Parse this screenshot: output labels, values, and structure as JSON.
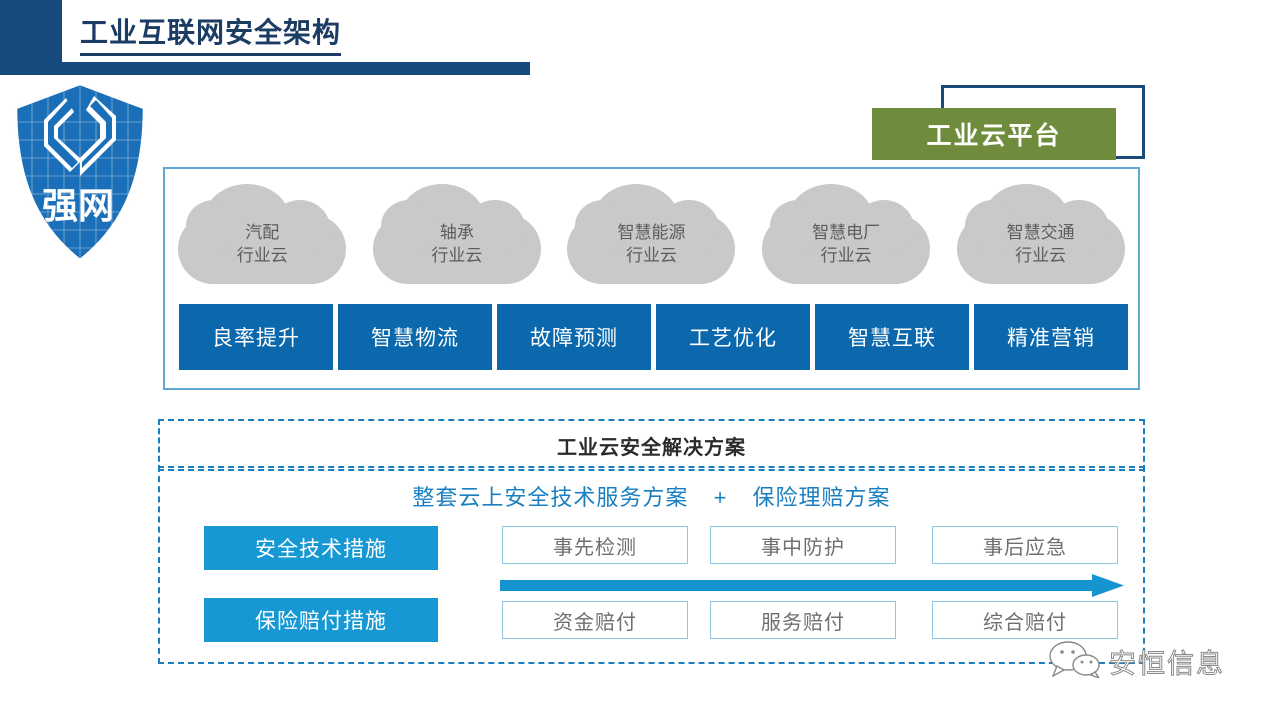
{
  "header": {
    "title": "工业互联网安全架构",
    "logo_name": "强网",
    "accent_navy": "#16497c"
  },
  "platform": {
    "badge_label": "工业云平台",
    "badge_color": "#6f8c3c",
    "outline_color": "#1b4b78"
  },
  "cloud_panel": {
    "border_color": "#5fa8d3",
    "clouds": [
      {
        "line1": "汽配",
        "line2": "行业云"
      },
      {
        "line1": "轴承",
        "line2": "行业云"
      },
      {
        "line1": "智慧能源",
        "line2": "行业云"
      },
      {
        "line1": "智慧电厂",
        "line2": "行业云"
      },
      {
        "line1": "智慧交通",
        "line2": "行业云"
      }
    ],
    "capabilities": [
      "良率提升",
      "智慧物流",
      "故障预测",
      "工艺优化",
      "智慧互联",
      "精准营销"
    ],
    "capability_color": "#0b68ad"
  },
  "solution": {
    "title": "工业云安全解决方案",
    "subtitle_left": "整套云上安全技术服务方案",
    "subtitle_plus": "+",
    "subtitle_right": "保险理赔方案",
    "subtitle_color": "#1a7fc1",
    "dashed_border_color": "#1a7fc1",
    "measures": [
      {
        "label": "安全技术措施",
        "items": [
          "事先检测",
          "事中防护",
          "事后应急"
        ]
      },
      {
        "label": "保险赔付措施",
        "items": [
          "资金赔付",
          "服务赔付",
          "综合赔付"
        ]
      }
    ],
    "measure_color": "#1598d4",
    "phase_border_color": "#8fc5e4",
    "arrow_color": "#1595d0"
  },
  "watermark": {
    "text": "安恒信息",
    "icon": "wechat-bubble-icon"
  }
}
